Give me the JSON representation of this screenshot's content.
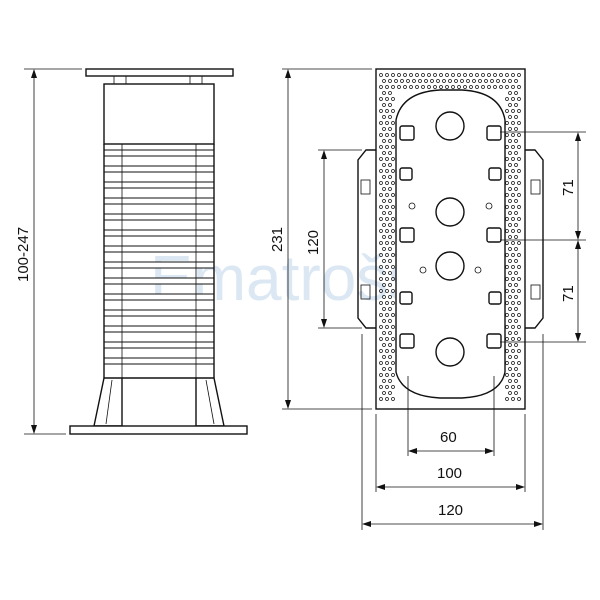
{
  "watermark": "Ematrošš",
  "dimensions": {
    "height_range": "100-247",
    "total_height": "231",
    "inner_height": "120",
    "upper_spacing": "71",
    "lower_spacing": "71",
    "hole_spacing": "60",
    "inner_width": "100",
    "total_width": "120"
  },
  "colors": {
    "line": "#111111",
    "watermark": "#cfe0ef",
    "background": "#ffffff"
  }
}
